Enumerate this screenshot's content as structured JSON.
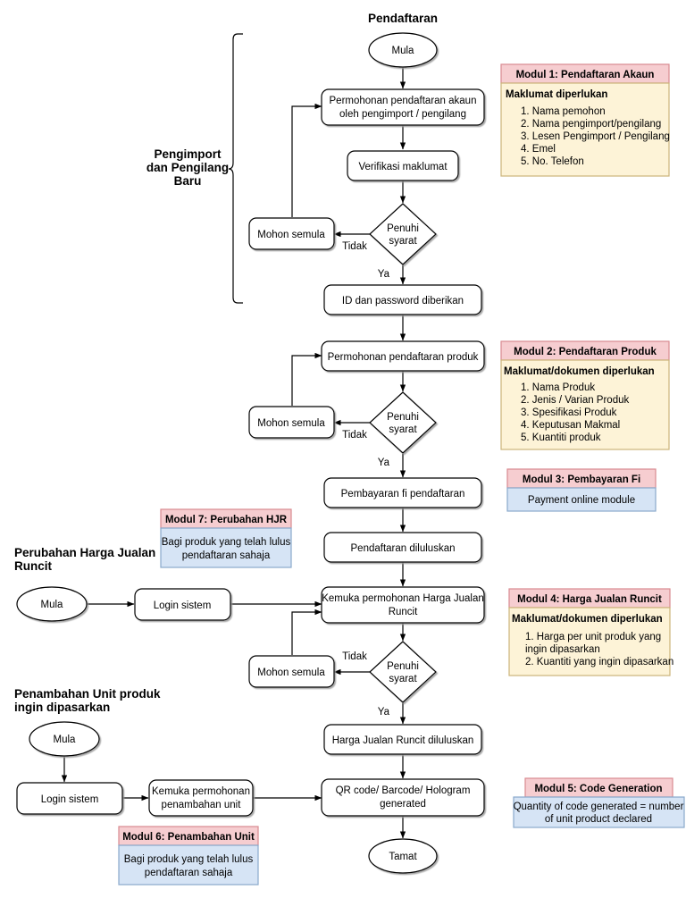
{
  "diagram": {
    "title": "Pendaftaran",
    "section_labels": [
      {
        "id": "sec-importer",
        "lines": [
          "Pengimport",
          "dan Pengilang",
          "Baru"
        ]
      },
      {
        "id": "sec-hjr",
        "lines": [
          "Perubahan Harga Jualan",
          "Runcit"
        ]
      },
      {
        "id": "sec-unit",
        "lines": [
          "Penambahan Unit produk",
          "ingin dipasarkan"
        ]
      }
    ],
    "nodes": {
      "start_main": "Mula",
      "account_request": [
        "Permohonan pendaftaran akaun",
        "oleh pengimport / pengilang"
      ],
      "verify_info": "Verifikasi maklumat",
      "decision_1": [
        "Penuhi",
        "syarat"
      ],
      "reapply_1": "Mohon semula",
      "id_password": "ID dan password diberikan",
      "product_request": "Permohonan pendaftaran produk",
      "decision_2": [
        "Penuhi",
        "syarat"
      ],
      "reapply_2": "Mohon semula",
      "payment_fee": "Pembayaran fi pendaftaran",
      "registration_approved": "Pendaftaran diluluskan",
      "start_hjr": "Mula",
      "login_hjr": "Login sistem",
      "hjr_request": [
        "Kemuka permohonan Harga Jualan",
        "Runcit"
      ],
      "decision_3": [
        "Penuhi",
        "syarat"
      ],
      "reapply_3": "Mohon semula",
      "hjr_approved": "Harga Jualan Runcit diluluskan",
      "start_unit": "Mula",
      "login_unit": "Login sistem",
      "unit_request": [
        "Kemuka permohonan",
        "penambahan unit"
      ],
      "code_generated": [
        "QR code/ Barcode/ Hologram",
        "generated"
      ],
      "end_main": "Tamat"
    },
    "edge_labels": {
      "no_1": "Tidak",
      "yes_1": "Ya",
      "no_2": "Tidak",
      "yes_2": "Ya",
      "no_3": "Tidak",
      "yes_3": "Ya"
    },
    "modules": [
      {
        "id": "modul-1",
        "title": "Modul 1: Pendaftaran Akaun",
        "subtitle": "Maklumat diperlukan",
        "items": [
          "1. Nama pemohon",
          "2. Nama pengimport/pengilang",
          "3. Lesen Pengimport / Pengilang",
          "4. Emel",
          "5. No. Telefon"
        ],
        "body": null,
        "body_style": "list"
      },
      {
        "id": "modul-2",
        "title": "Modul 2: Pendaftaran Produk",
        "subtitle": "Maklumat/dokumen diperlukan",
        "items": [
          "1. Nama Produk",
          "2. Jenis / Varian Produk",
          "3. Spesifikasi Produk",
          "4. Keputusan Makmal",
          "5. Kuantiti produk"
        ],
        "body": null,
        "body_style": "list"
      },
      {
        "id": "modul-3",
        "title": "Modul 3: Pembayaran Fi",
        "subtitle": null,
        "items": [],
        "body": [
          "Payment online module"
        ],
        "body_style": "blue"
      },
      {
        "id": "modul-4",
        "title": "Modul 4: Harga Jualan Runcit",
        "subtitle": "Maklumat/dokumen diperlukan",
        "items": [
          "1. Harga per unit produk yang",
          "    ingin dipasarkan",
          "2. Kuantiti yang ingin dipasarkan"
        ],
        "body": null,
        "body_style": "list"
      },
      {
        "id": "modul-5",
        "title": "Modul 5: Code Generation",
        "subtitle": null,
        "items": [],
        "body": [
          "Quantity of code generated = number",
          "of unit product declared"
        ],
        "body_style": "blue"
      },
      {
        "id": "modul-6",
        "title": "Modul 6: Penambahan Unit",
        "subtitle": null,
        "items": [],
        "body": [
          "Bagi produk yang telah lulus",
          "pendaftaran sahaja"
        ],
        "body_style": "blue"
      },
      {
        "id": "modul-7",
        "title": "Modul 7: Perubahan HJR",
        "subtitle": null,
        "items": [],
        "body": [
          "Bagi produk yang telah lulus",
          "pendaftaran sahaja"
        ],
        "body_style": "blue"
      }
    ],
    "colors": {
      "module_header_bg": "#f6cdd0",
      "module_header_border": "#d98a90",
      "module_list_bg": "#fdf3d7",
      "module_list_border": "#cbb47a",
      "module_blue_bg": "#d6e4f5",
      "module_blue_border": "#8aa9cc",
      "shape_fill": "#ffffff",
      "stroke": "#000000"
    }
  }
}
